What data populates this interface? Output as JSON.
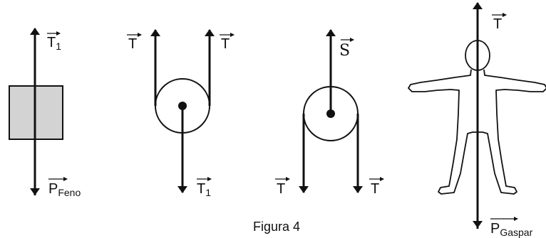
{
  "caption": "Figura 4",
  "colors": {
    "ink": "#111111",
    "block_fill": "#d3d3d4",
    "background": "#ffffff"
  },
  "figures": {
    "block": {
      "up_label": "T",
      "up_sub": "1",
      "down_label": "P",
      "down_sub": "Feno"
    },
    "movable_pulley": {
      "left_label": "T",
      "right_label": "T",
      "down_label": "T",
      "down_sub": "1"
    },
    "fixed_pulley": {
      "up_label": "S",
      "left_label": "T",
      "right_label": "T"
    },
    "person": {
      "up_label": "T",
      "down_label": "P",
      "down_sub": "Gaspar"
    }
  }
}
